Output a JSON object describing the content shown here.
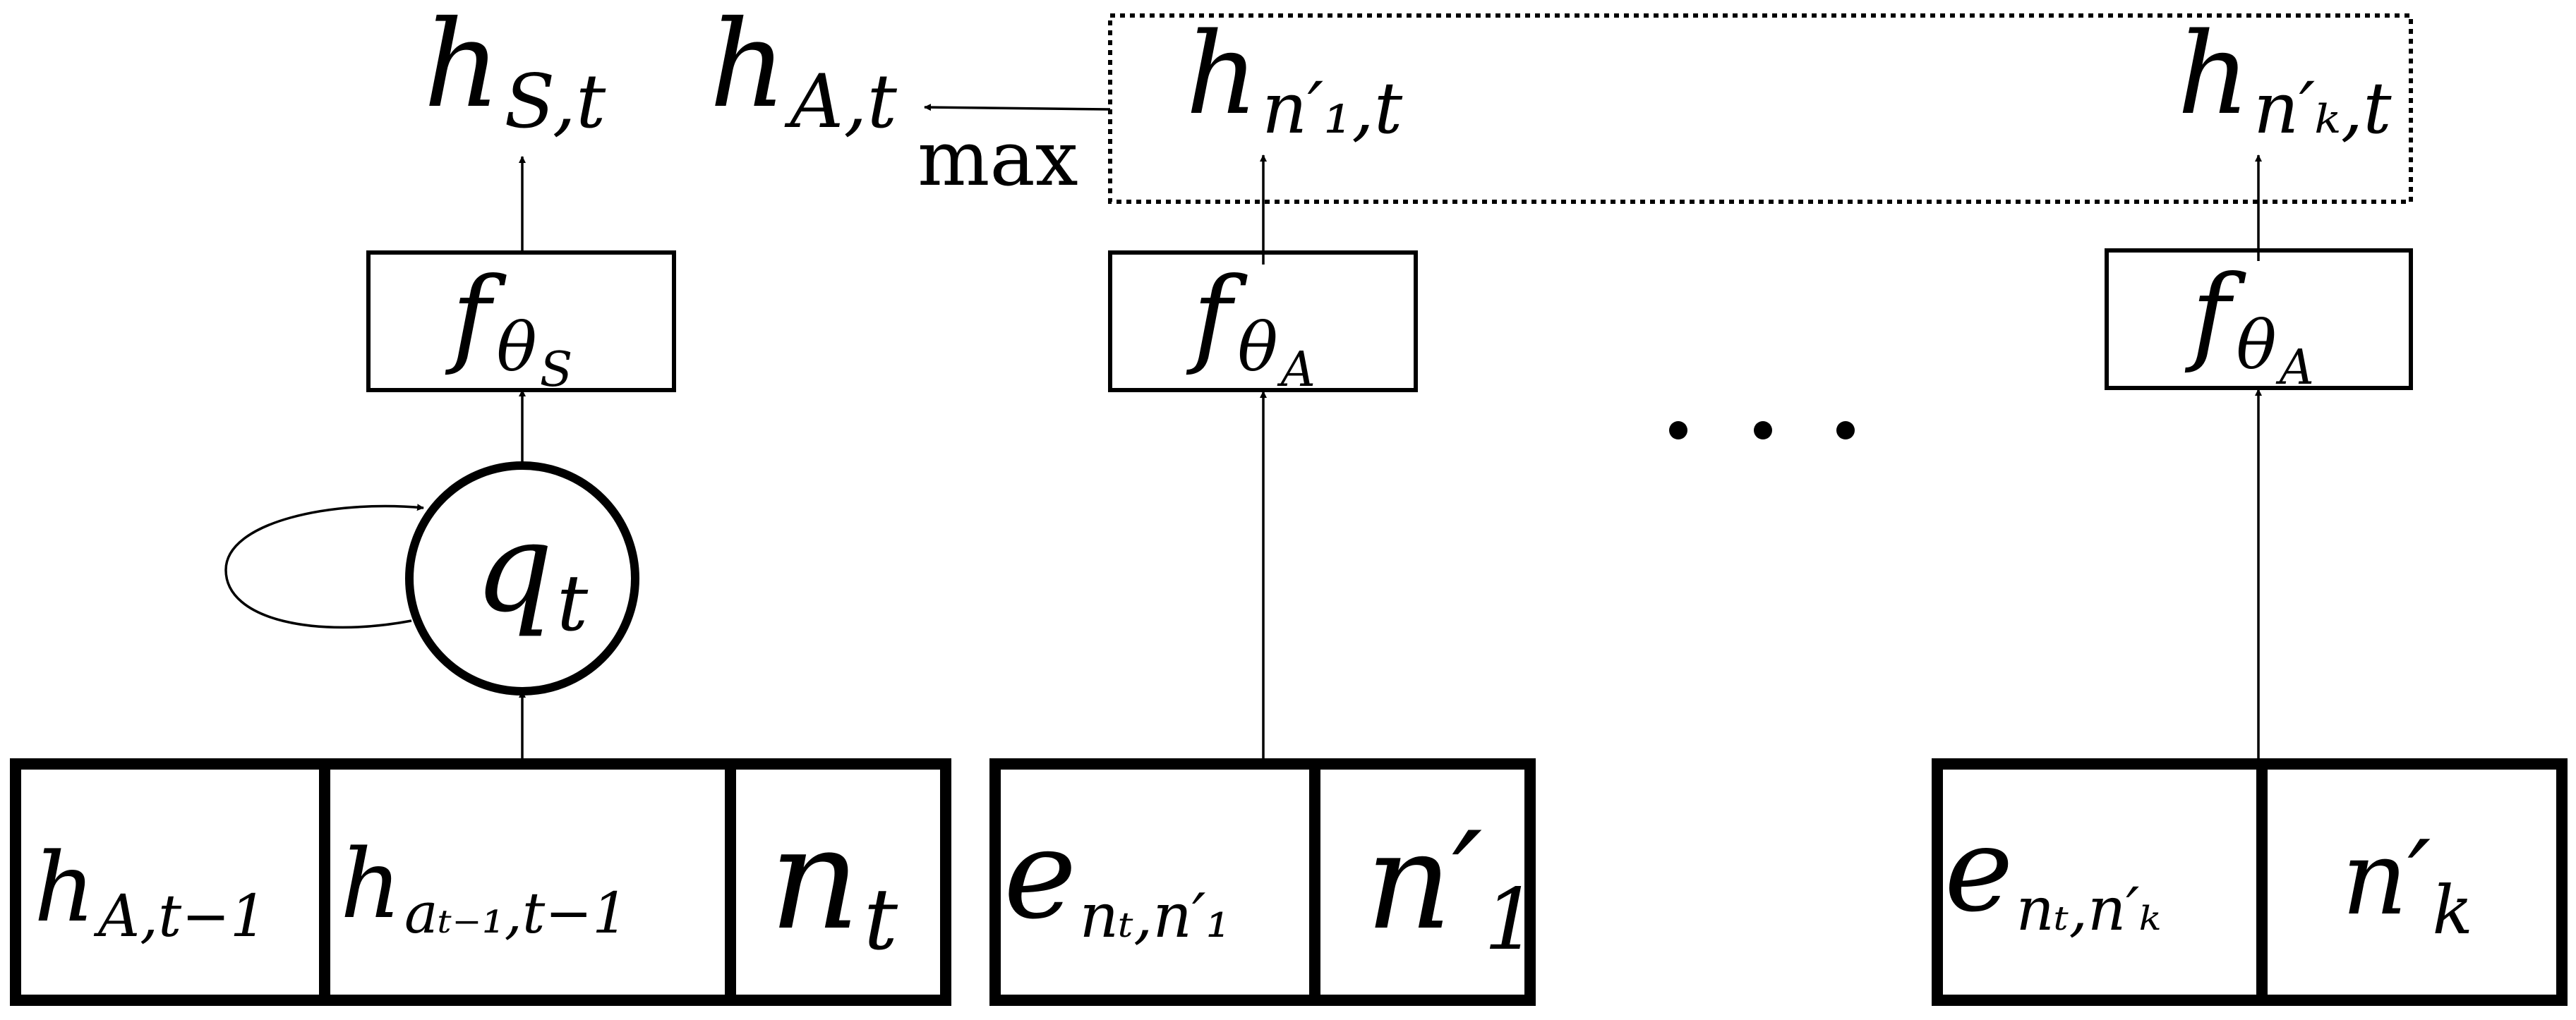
{
  "diagram": {
    "outputs": {
      "h_S_t": {
        "main": "h",
        "sub": "S,t"
      },
      "h_A_t": {
        "main": "h",
        "sub": "A,t"
      },
      "h_n1_t": {
        "main": "h",
        "sub": "n′₁,t"
      },
      "h_nk_t": {
        "main": "h",
        "sub": "n′ₖ,t"
      }
    },
    "max_label": "max",
    "functions": {
      "f_theta_S": {
        "main": "f",
        "sub": "θ",
        "subsub": "S"
      },
      "f_theta_A_1": {
        "main": "f",
        "sub": "θ",
        "subsub": "A"
      },
      "f_theta_A_k": {
        "main": "f",
        "sub": "θ",
        "subsub": "A"
      }
    },
    "state": {
      "main": "q",
      "sub": "t"
    },
    "ellipsis": "· · ·",
    "input_left": [
      {
        "main": "h",
        "sub": "A,t−1"
      },
      {
        "main": "h",
        "sub": "aₜ₋₁,t−1"
      },
      {
        "main": "n",
        "sub": "t"
      }
    ],
    "input_mid": [
      {
        "main": "e",
        "sub": "nₜ,n′₁"
      },
      {
        "main": "n′",
        "sub": "1"
      }
    ],
    "input_right": [
      {
        "main": "e",
        "sub": "nₜ,n′ₖ"
      },
      {
        "main": "n′",
        "sub": "k"
      }
    ]
  }
}
